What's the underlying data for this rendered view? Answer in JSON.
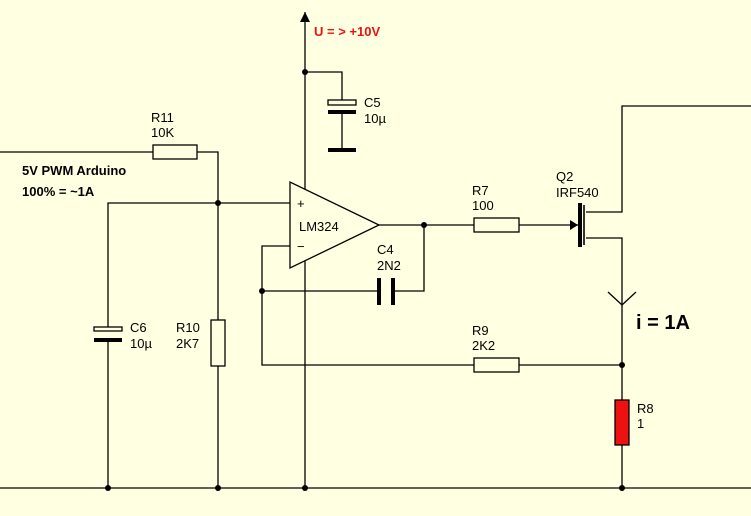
{
  "supply_label": "U = > +10V",
  "supply_color": "#ee1111",
  "input_label_1": "5V PWM Arduino",
  "input_label_2": "100% = ~1A",
  "current_label": "i = 1A",
  "opamp": {
    "name": "LM324",
    "plus": "+",
    "minus": "−"
  },
  "transistor": {
    "ref": "Q2",
    "value": "IRF540"
  },
  "components": {
    "R11": {
      "ref": "R11",
      "value": "10K"
    },
    "R10": {
      "ref": "R10",
      "value": "2K7"
    },
    "C6": {
      "ref": "C6",
      "value": "10µ"
    },
    "C5": {
      "ref": "C5",
      "value": "10µ"
    },
    "C4": {
      "ref": "C4",
      "value": "2N2"
    },
    "R7": {
      "ref": "R7",
      "value": "100"
    },
    "R9": {
      "ref": "R9",
      "value": "2K2"
    },
    "R8": {
      "ref": "R8",
      "value": "1"
    }
  },
  "colors": {
    "background": "#ffffe1",
    "wire": "#000000",
    "shunt_resistor": "#ee1111"
  }
}
